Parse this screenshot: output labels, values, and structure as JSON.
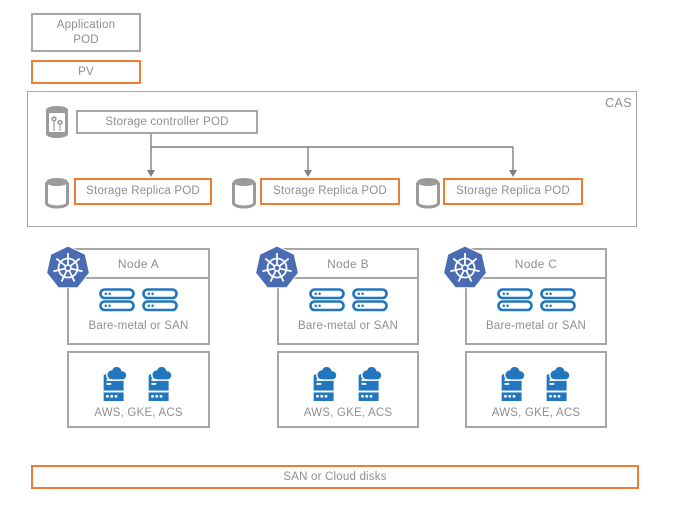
{
  "app_pod": {
    "label": "Application\nPOD"
  },
  "pv": {
    "label": "PV"
  },
  "cas": {
    "label": "CAS",
    "controller_label": "Storage controller POD",
    "replicas": [
      {
        "label": "Storage Replica POD"
      },
      {
        "label": "Storage Replica POD"
      },
      {
        "label": "Storage Replica POD"
      }
    ]
  },
  "nodes": [
    {
      "title": "Node A",
      "storage_label": "Bare-metal or SAN",
      "cloud_label": "AWS, GKE, ACS"
    },
    {
      "title": "Node B",
      "storage_label": "Bare-metal or SAN",
      "cloud_label": "AWS, GKE, ACS"
    },
    {
      "title": "Node C",
      "storage_label": "Bare-metal or SAN",
      "cloud_label": "AWS, GKE, ACS"
    }
  ],
  "footer": {
    "label": "SAN or Cloud disks"
  },
  "icons": {
    "kubernetes": "kubernetes-helm-icon",
    "controller": "storage-controller-cylinder-icon",
    "replica": "disk-cylinder-icon",
    "server": "server-rack-icon",
    "cloud_server": "cloud-server-icon"
  },
  "colors": {
    "accent_orange": "#ED7D31",
    "border_gray": "#A6A6A6",
    "text_gray": "#8F8F8F",
    "icon_blue": "#2176BD",
    "kubernetes_blue": "#4A6CB3",
    "icon_gray": "#9B9B9B",
    "arrow_gray": "#7F7F7F"
  }
}
